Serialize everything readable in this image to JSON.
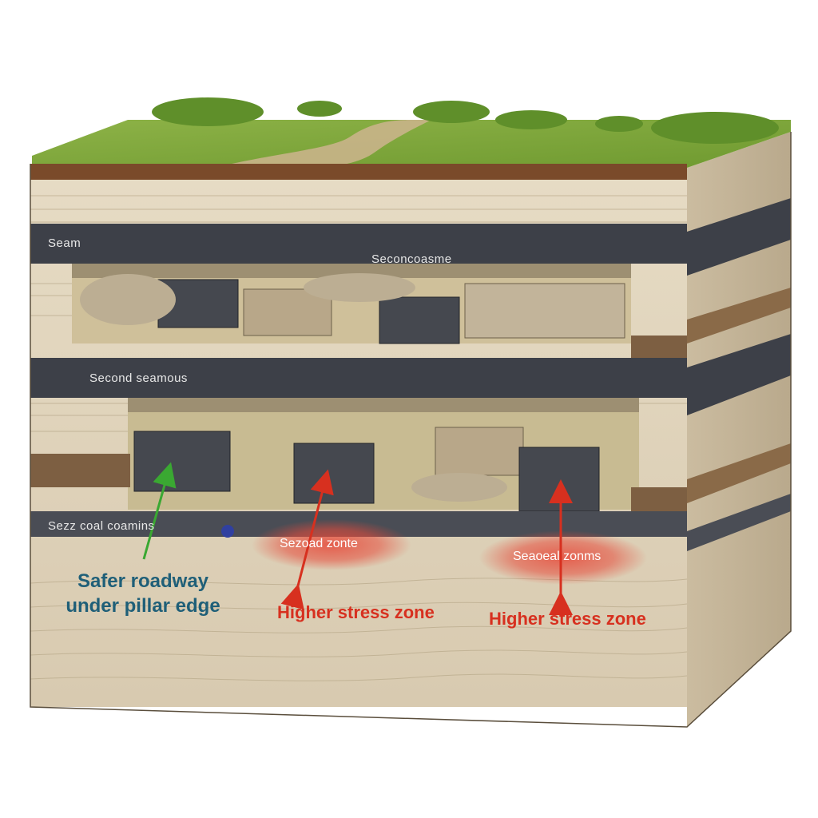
{
  "labels": {
    "seam_top": "Seconcoasme",
    "seam_top_left": "Seam",
    "seam_middle": "Second seamous",
    "seam_bottom": "Sezz coal coamins",
    "zone_left": "Sezoad zonte",
    "zone_right": "Seaoeal zonms",
    "safer_line1": "Safer roadway",
    "safer_line2": "under pillar edge",
    "stress_left": "Higher stress zone",
    "stress_right": "Higher stress zone"
  },
  "colors": {
    "grass": "#7fa33a",
    "soil": "#7a4a2a",
    "sandstone": "#ddd0b8",
    "coal": "#3d4048",
    "safe_arrow": "#3aa832",
    "stress_arrow": "#d7301f",
    "stress_halo": "#e64b3b"
  },
  "icons": [
    "green-upward-arrow",
    "red-double-arrow",
    "red-glow-ellipse"
  ]
}
